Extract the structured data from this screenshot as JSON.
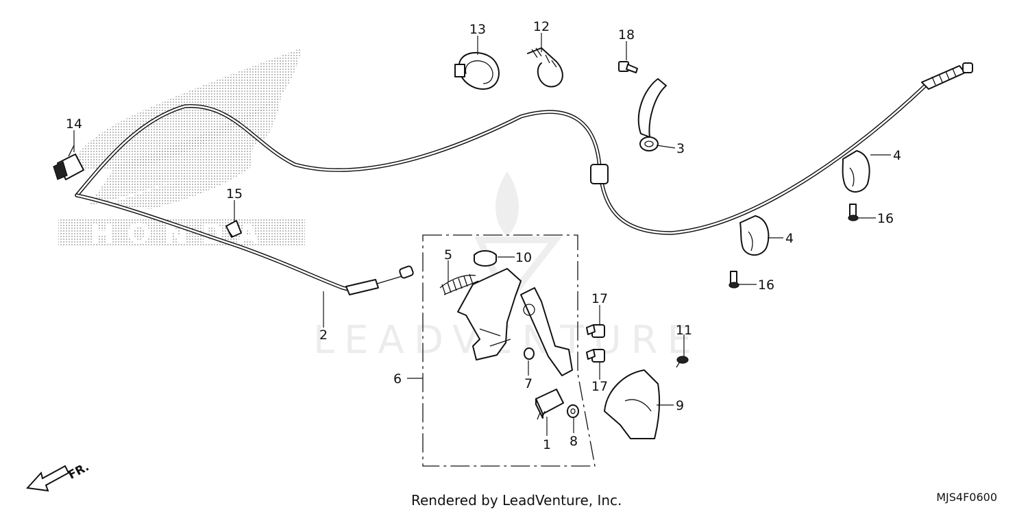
{
  "callouts": [
    {
      "id": "c1",
      "label": "1"
    },
    {
      "id": "c2",
      "label": "2"
    },
    {
      "id": "c3",
      "label": "3"
    },
    {
      "id": "c4a",
      "label": "4"
    },
    {
      "id": "c4b",
      "label": "4"
    },
    {
      "id": "c5",
      "label": "5"
    },
    {
      "id": "c6",
      "label": "6"
    },
    {
      "id": "c7",
      "label": "7"
    },
    {
      "id": "c8",
      "label": "8"
    },
    {
      "id": "c9",
      "label": "9"
    },
    {
      "id": "c10",
      "label": "10"
    },
    {
      "id": "c11",
      "label": "11"
    },
    {
      "id": "c12",
      "label": "12"
    },
    {
      "id": "c13",
      "label": "13"
    },
    {
      "id": "c14",
      "label": "14"
    },
    {
      "id": "c15",
      "label": "15"
    },
    {
      "id": "c16a",
      "label": "16"
    },
    {
      "id": "c16b",
      "label": "16"
    },
    {
      "id": "c17a",
      "label": "17"
    },
    {
      "id": "c17b",
      "label": "17"
    },
    {
      "id": "c18",
      "label": "18"
    }
  ],
  "direction_label": "FR.",
  "watermark_text": "LEADVENTURE",
  "background_logo_text": "HONDA",
  "footer_text": "Rendered by LeadVenture, Inc.",
  "diagram_code": "MJS4F0600",
  "colors": {
    "line": "#111111",
    "watermark": "#ececec",
    "stipple": "#9a9a9a"
  }
}
